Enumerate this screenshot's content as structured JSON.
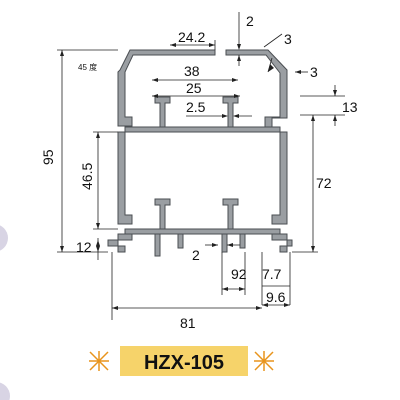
{
  "drawing": {
    "dimensions": {
      "d_24_2": "24.2",
      "d_2_top": "2",
      "d_3_corner": "3",
      "d_45": "45 度",
      "d_38": "38",
      "d_3_right": "3",
      "d_25": "25",
      "d_2_5": "2.5",
      "d_13": "13",
      "d_95": "95",
      "d_46_5": "46.5",
      "d_72": "72",
      "d_12": "12",
      "d_2_bottom": "2",
      "d_9_2": "92",
      "d_7_7": "7.7",
      "d_9_6": "9.6",
      "d_81": "81"
    },
    "model_label": "HZX-105",
    "colors": {
      "profile_fill": "#9a9ea2",
      "profile_edge": "#4a4e52",
      "label_bg": "#f6d36a",
      "decor_orange": "#e8941c",
      "decor_purple": "#d8d4e4"
    }
  }
}
